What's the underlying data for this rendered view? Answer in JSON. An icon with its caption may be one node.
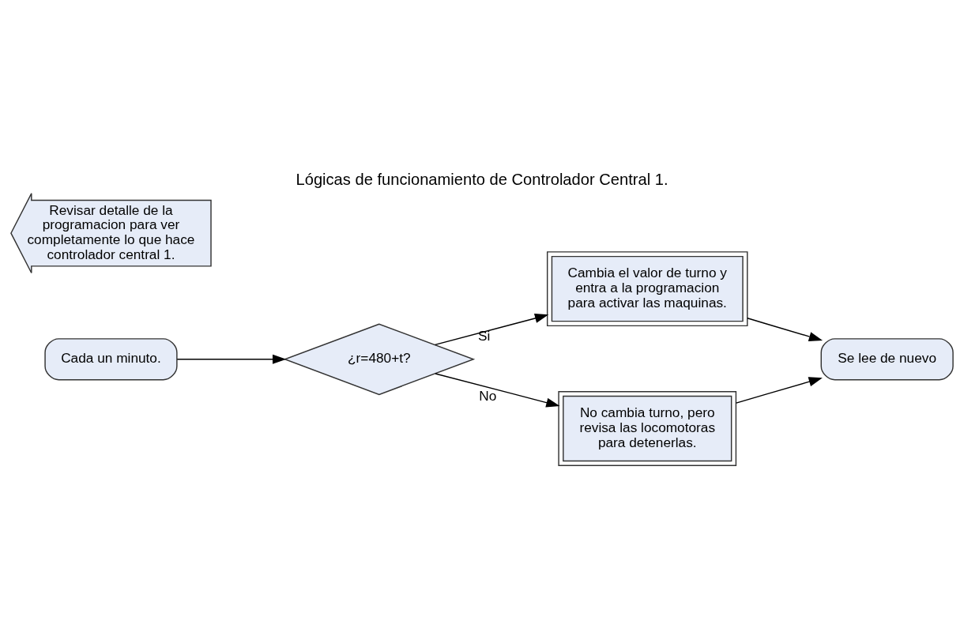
{
  "diagram": {
    "title": "Lógicas de funcionamiento de Controlador Central 1.",
    "nodes": [
      {
        "text": [
          "Cada un minuto."
        ]
      },
      {
        "text": [
          "¿r=480+t?"
        ]
      },
      {
        "text": [
          "Cambia el valor de turno y entra a la programacion para activar las maquinas."
        ]
      },
      {
        "text": [
          "No cambia turno, pero revisa las locomotoras para detenerlas."
        ]
      },
      {
        "text": [
          "Se lee de nuevo"
        ]
      },
      {
        "text": [
          "Revisar detalle de la programacion para ver completamente lo que hace controlador central 1."
        ]
      }
    ],
    "edges": [
      {
        "from": 0,
        "to": 1,
        "arrow": "to"
      },
      {
        "from": 1,
        "to": 2,
        "arrow": "to",
        "label": "Si"
      },
      {
        "from": 1,
        "to": 3,
        "arrow": "to",
        "label": "No"
      },
      {
        "from": 2,
        "to": 4,
        "arrow": "to"
      },
      {
        "from": 3,
        "to": 4,
        "arrow": "to"
      }
    ]
  }
}
